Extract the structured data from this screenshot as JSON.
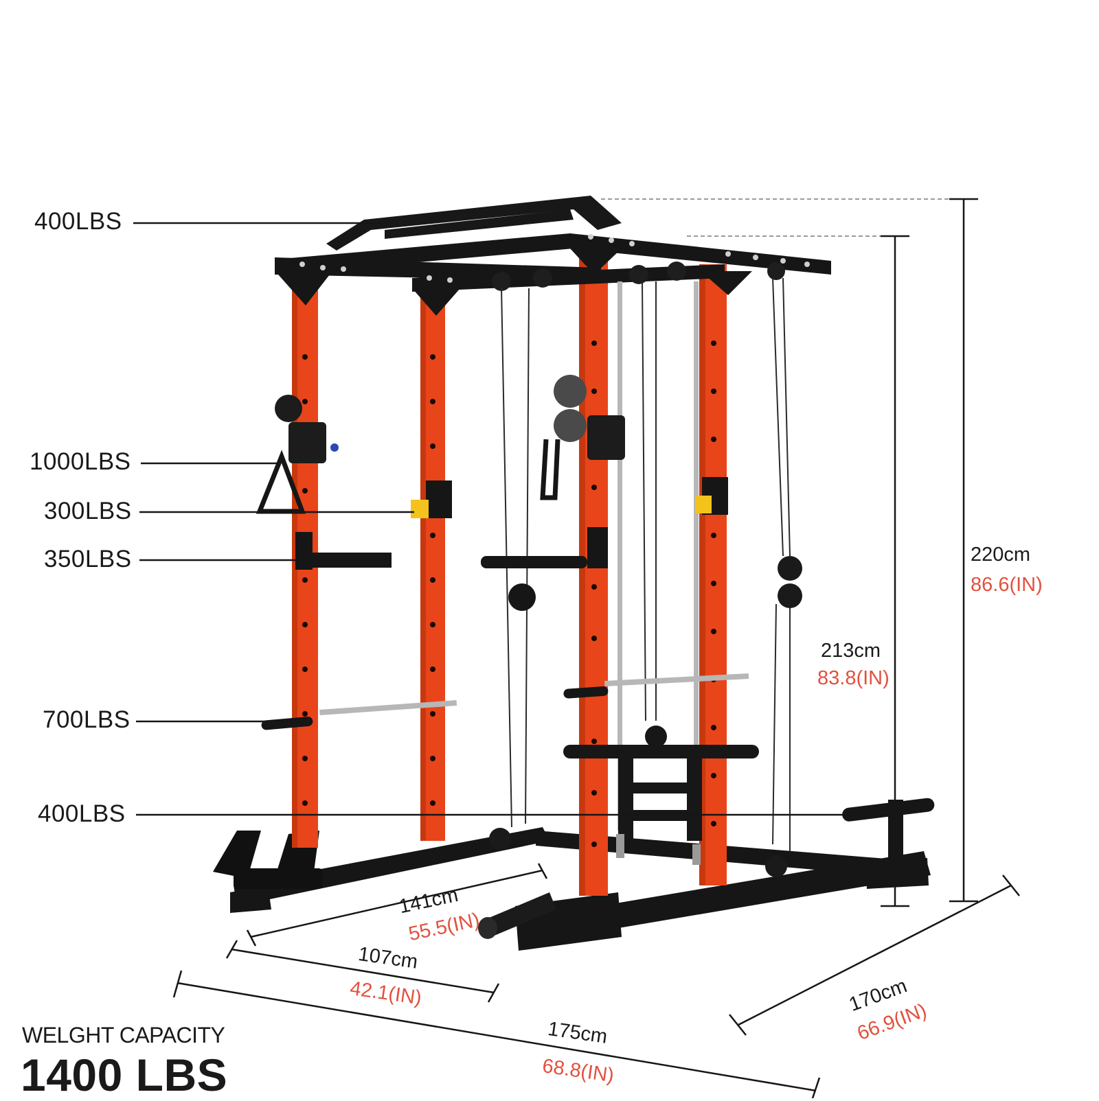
{
  "colors": {
    "frame_orange": "#e8451a",
    "frame_black": "#161616",
    "inch_text": "#e2513f",
    "handle_yellow": "#f3c21d",
    "rod_silver": "#b7b7b7",
    "text_dark": "#1a1a1a"
  },
  "load_labels": {
    "pullup_bar": "400LBS",
    "pulley": "1000LBS",
    "j_hook": "300LBS",
    "dip_handle": "350LBS",
    "safety_bar": "700LBS",
    "plate_holder": "400LBS"
  },
  "dimensions": {
    "total_height": {
      "cm": "220cm",
      "in": "86.6(IN)"
    },
    "frame_height": {
      "cm": "213cm",
      "in": "83.8(IN)"
    },
    "depth_141": {
      "cm": "141cm",
      "in": "55.5(IN)"
    },
    "width_107": {
      "cm": "107cm",
      "in": "42.1(IN)"
    },
    "width_175": {
      "cm": "175cm",
      "in": "68.8(IN)"
    },
    "depth_170": {
      "cm": "170cm",
      "in": "66.9(IN)"
    }
  },
  "capacity": {
    "title": "WELGHT CAPACITY",
    "value": "1400 LBS"
  },
  "icons": {
    "product": "power-rack-with-cable-crossover"
  }
}
